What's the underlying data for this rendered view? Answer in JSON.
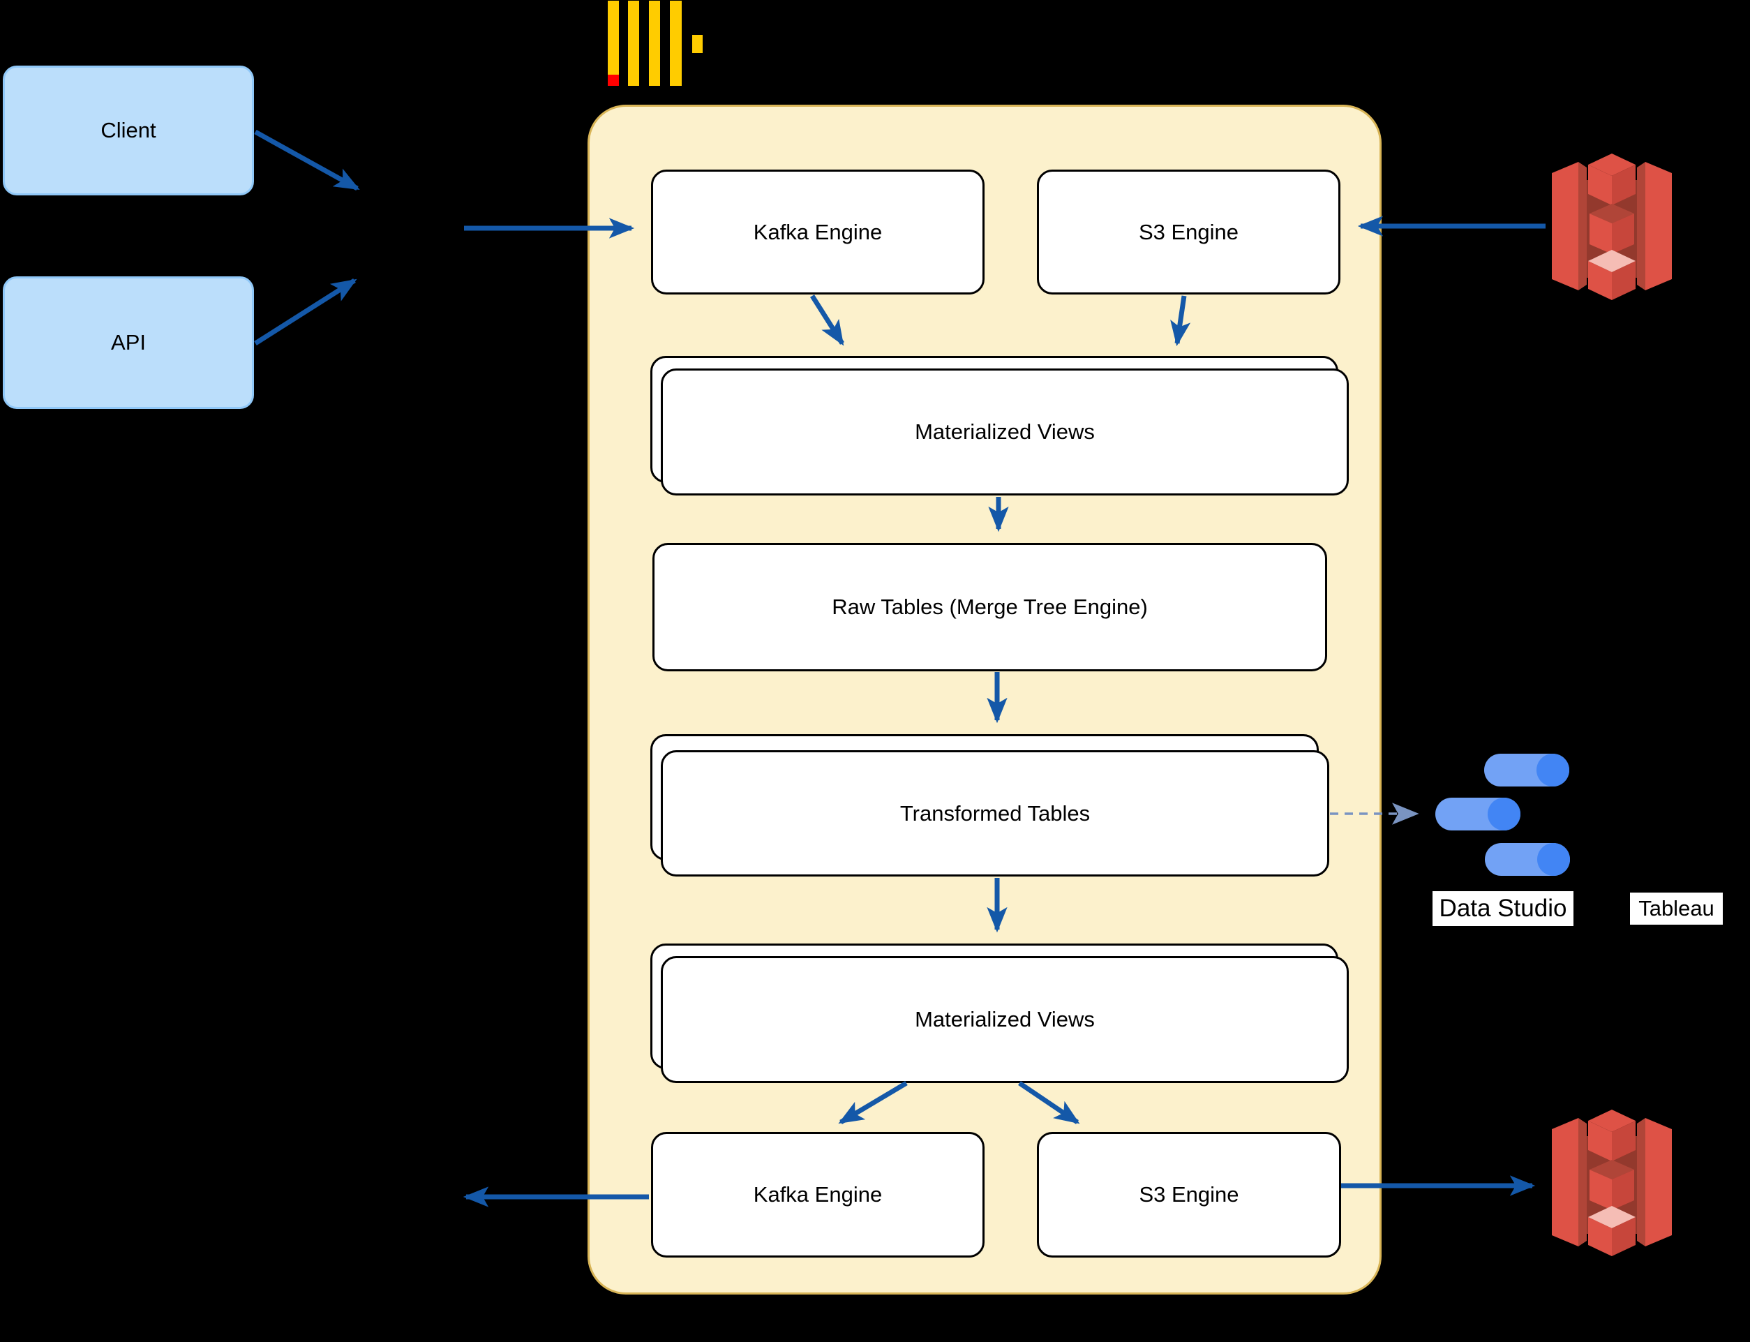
{
  "nodes": {
    "client": "Client",
    "api": "API",
    "kafka_engine_in": "Kafka Engine",
    "s3_engine_in": "S3 Engine",
    "materialized_views_in": "Materialized Views",
    "raw_tables": "Raw Tables (Merge Tree Engine)",
    "transformed_tables": "Transformed Tables",
    "materialized_views_out": "Materialized Views",
    "kafka_engine_out": "Kafka Engine",
    "s3_engine_out": "S3 Engine"
  },
  "bi_tools": {
    "data_studio": "Data Studio",
    "tableau": "Tableau"
  },
  "icons": {
    "clickhouse_logo": "clickhouse-logo-icon",
    "aws_s3_top": "aws-s3-icon",
    "aws_s3_bottom": "aws-s3-icon",
    "data_studio": "data-studio-icon"
  },
  "colors": {
    "background": "#000000",
    "arrow_blue": "#1458A8",
    "dashed_arrow": "#7A94C1",
    "container_fill": "#FCF1CC",
    "container_border": "#D9B557",
    "node_fill": "#FFFFFF",
    "node_border": "#000000",
    "external_fill": "#BBDEFB",
    "external_border": "#90C8F8",
    "clickhouse_yellow": "#FFCC00",
    "clickhouse_red": "#FF0000",
    "aws_red": "#DE5246",
    "aws_red_mid": "#C7463B",
    "aws_red_dark": "#B04538",
    "aws_red_shadow": "#93392D",
    "aws_red_light": "#F5BDB5",
    "datastudio_blue": "#72A2F5",
    "datastudio_blue_dark": "#4285F4",
    "label_bg": "#FFFFFF",
    "text": "#000000"
  }
}
